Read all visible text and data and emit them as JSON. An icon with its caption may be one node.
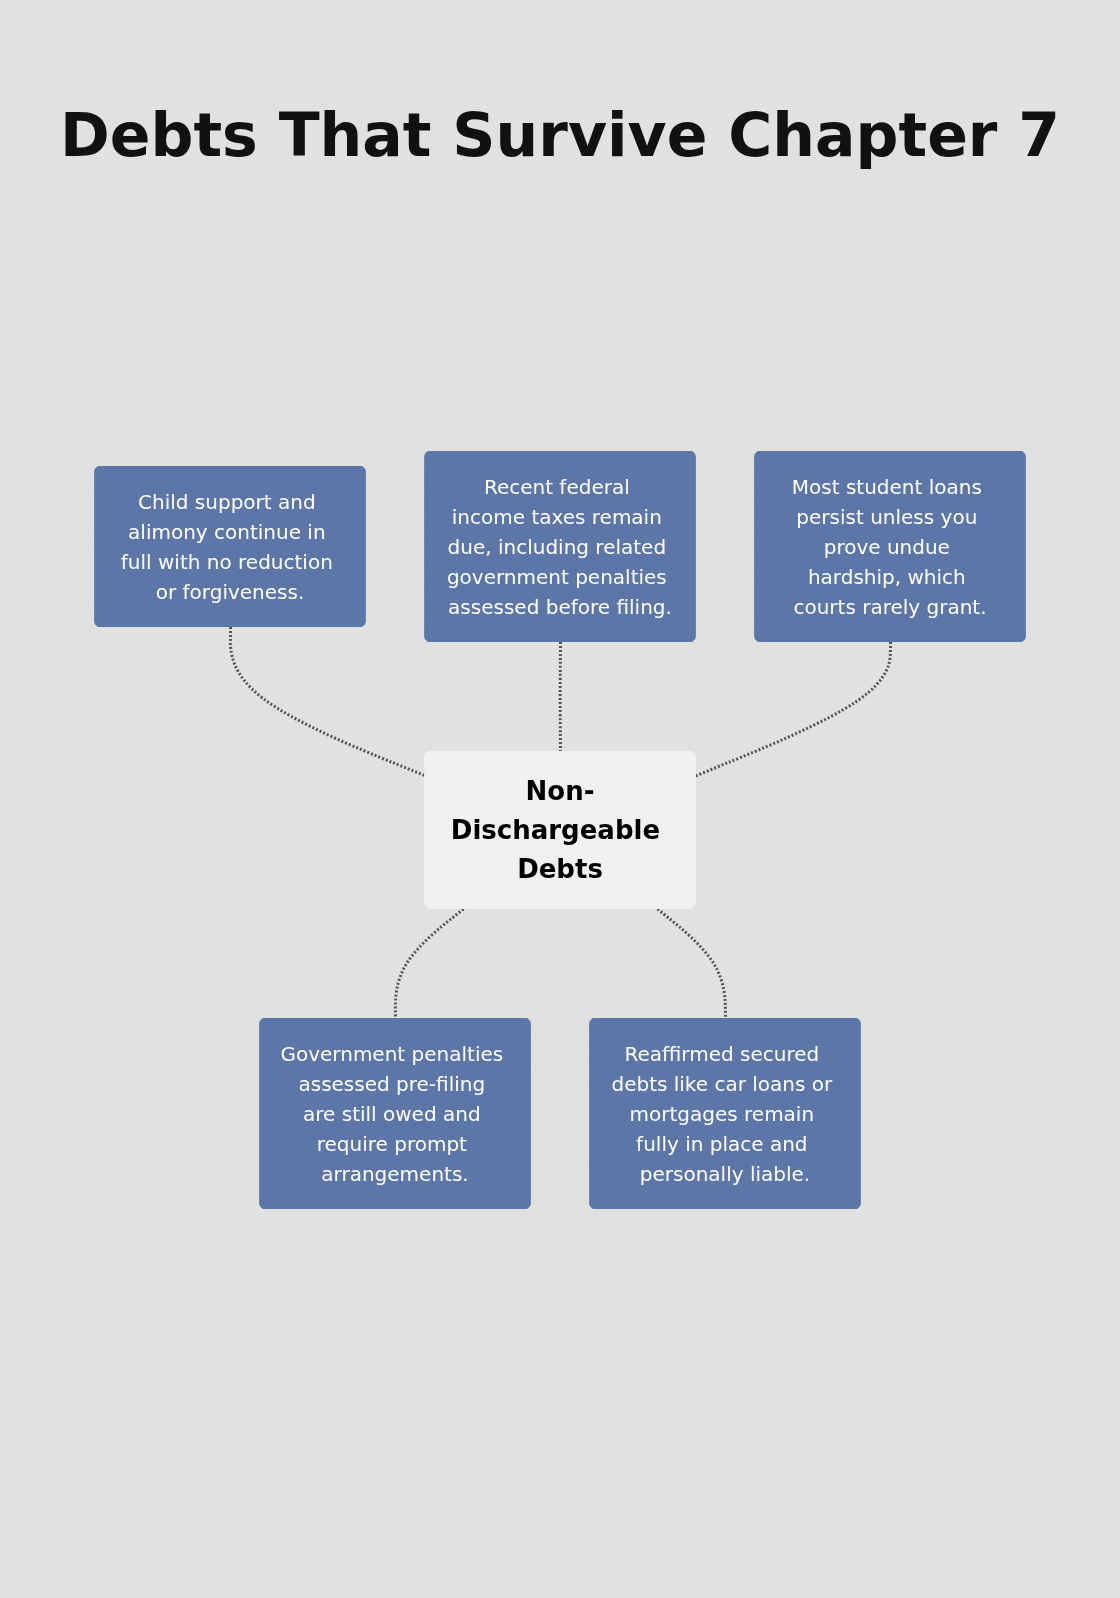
{
  "diagram": {
    "title": "Debts That Survive Chapter 7",
    "nodes": [
      {
        "text": [
          "Child support and alimony continue in full with no reduction or forgiveness."
        ]
      },
      {
        "text": [
          "Recent federal income taxes remain due, including related government penalties assessed before filing."
        ]
      },
      {
        "text": [
          "Most student loans persist unless you prove undue hardship, which courts rarely grant."
        ]
      },
      {
        "text": [
          "Non-Dischargeable Debts"
        ]
      },
      {
        "text": [
          "Government penalties assessed pre-filing are still owed and require prompt arrangements."
        ]
      },
      {
        "text": [
          "Reaffirmed secured debts like car loans or mortgages remain fully in place and personally liable."
        ]
      }
    ],
    "edges": [
      {
        "from": 0,
        "to": 3,
        "arrow": "none",
        "style": "dashed"
      },
      {
        "from": 1,
        "to": 3,
        "arrow": "none",
        "style": "dashed"
      },
      {
        "from": 2,
        "to": 3,
        "arrow": "none",
        "style": "dashed"
      },
      {
        "from": 3,
        "to": 4,
        "arrow": "none",
        "style": "dashed"
      },
      {
        "from": 3,
        "to": 5,
        "arrow": "none",
        "style": "dashed"
      }
    ]
  }
}
